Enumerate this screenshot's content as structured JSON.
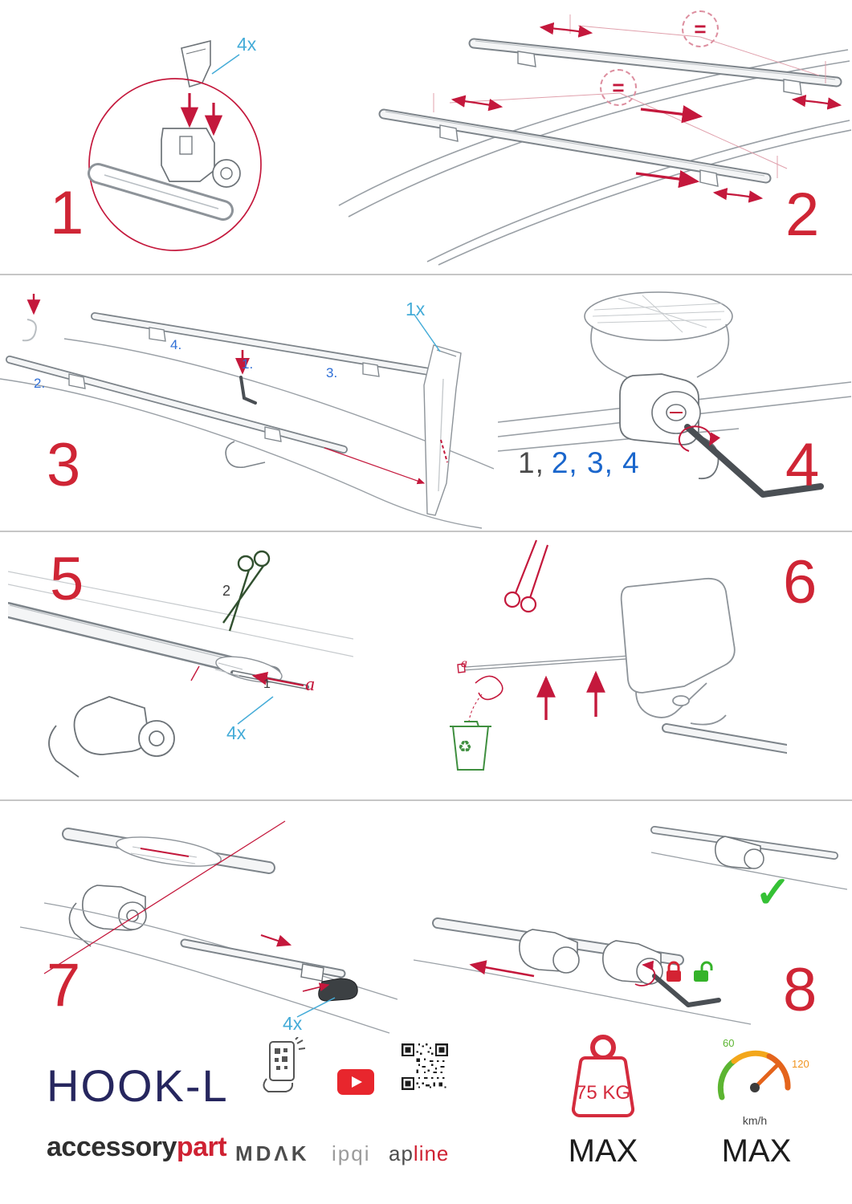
{
  "colors": {
    "accent_red": "#c4183c",
    "step_number_red": "#cf2535",
    "qty_label_blue": "#45acd8",
    "sequence_blue": "#1a66cc",
    "brand_navy": "#26265e",
    "brand_red": "#cf2233",
    "success_green": "#35c135",
    "lock_closed_red": "#d42333",
    "lock_open_green": "#35b32a",
    "scissors_dark_green": "#31502f"
  },
  "icons": {
    "check": "✓",
    "recycle": "♻"
  },
  "steps": {
    "s1": {
      "number": "1",
      "qty": "4x"
    },
    "s2": {
      "number": "2",
      "equals_top": "=",
      "equals_mid": "="
    },
    "s3": {
      "number": "3",
      "qty": "1x",
      "label1": "1.",
      "label2": "2.",
      "label3": "3.",
      "label4": "4."
    },
    "s4": {
      "number": "4",
      "seq_first": "1,",
      "seq_rest": "2, 3, 4"
    },
    "s5": {
      "number": "5",
      "cut_label": "2",
      "pull_label": "1",
      "a_label": "a",
      "qty": "4x"
    },
    "s6": {
      "number": "6",
      "a_label": "a"
    },
    "s7": {
      "number": "7",
      "qty": "4x"
    },
    "s8": {
      "number": "8"
    }
  },
  "footer": {
    "product": "HOOK-L",
    "brand_main": "accessory",
    "brand_accent": "part",
    "partner1": "MDΛK",
    "partner2": "ipqi",
    "partner3_a": "ap",
    "partner3_b": "line",
    "weight": {
      "value": "75 KG",
      "max": "MAX"
    },
    "speed": {
      "low": "60",
      "high": "120",
      "unit": "km/h",
      "max": "MAX"
    }
  }
}
